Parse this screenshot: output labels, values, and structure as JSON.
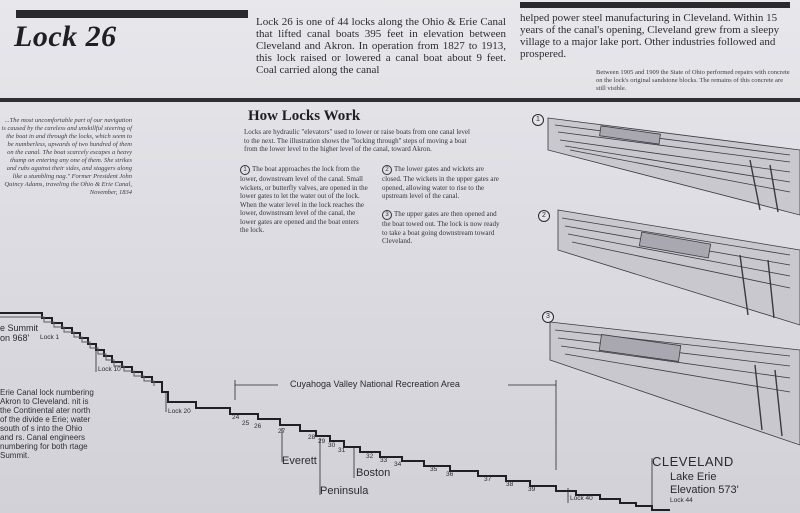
{
  "sign": {
    "title": "Lock 26",
    "intro_left": "Lock 26 is one of 44 locks along the Ohio & Erie Canal that lifted canal boats 395 feet in elevation between Cleveland and Akron. In operation from 1827 to 1913, this lock raised or lowered a canal boat about 9 feet. Coal carried along the canal",
    "intro_right": "helped power steel manufacturing in Cleveland. Within 15 years of the canal's opening, Cleveland grew from a sleepy village to a major lake port. Other industries followed and prospered.",
    "sandstone_note": "Between 1905 and 1909 the State of Ohio performed repairs with concrete on the lock's original sandstone blocks. The remains of this concrete are still visible.",
    "quote": "...The most uncomfortable part of our navigation is caused by the careless and unskillful steering of the boat in and through the locks, which seem to be numberless, upwards of two hundred of them on the canal. The boat scarcely escapes a heavy thump on entering any one of them. She strikes and rubs against their sides, and staggers along like a stumbling nag.\" Former President John Quincy Adams, traveling the Ohio & Erie Canal, November, 1834",
    "how": {
      "title": "How Locks Work",
      "body": "Locks are hydraulic \"elevators\" used to lower or raise boats from one canal level to the next. The illustration shows the \"locking through\" steps of moving a boat from the lower level to the higher level of the canal, toward Akron.",
      "steps": [
        {
          "num": "1",
          "text": "The boat approaches the lock from the lower, downstream level of the canal. Small wickets, or butterfly valves, are opened in the lower gates to let the water out of the lock. When the water level in the lock reaches the lower, downstream level of the canal, the lower gates are opened and the boat enters the lock."
        },
        {
          "num": "2",
          "text": "The lower gates and wickets are closed. The wickets in the upper gates are opened, allowing water to rise to the upstream level of the canal."
        },
        {
          "num": "3",
          "text": "The upper gates are then opened and the boat towed out. The lock is now ready to take a boat going downstream toward Cleveland."
        }
      ]
    },
    "illustration_numbers": [
      "1",
      "2",
      "3"
    ],
    "left_notes": "Erie Canal lock numbering Akron to Cleveland. nit is the Continental ater north of the divide e Erie; water south of s into the Ohio and rs. Canal engineers numbering for both rtage Summit.",
    "profile": {
      "summit_label_1": "e Summit",
      "summit_label_2": "on 968'",
      "lock_labels": {
        "lock1": "Lock 1",
        "lock10": "Lock 10",
        "lock20": "Lock 20",
        "lock40": "Lock 40",
        "lock44": "Lock 44"
      },
      "numbers": [
        "24",
        "25",
        "26",
        "27",
        "28",
        "29",
        "30",
        "31",
        "32",
        "33",
        "34",
        "35",
        "36",
        "37",
        "38",
        "39"
      ],
      "cuyahoga": "Cuyahoga Valley National Recreation Area",
      "everett": "Everett",
      "peninsula": "Peninsula",
      "boston": "Boston",
      "cleveland": "CLEVELAND",
      "lake_erie": "Lake Erie",
      "elevation": "Elevation 573'"
    }
  }
}
